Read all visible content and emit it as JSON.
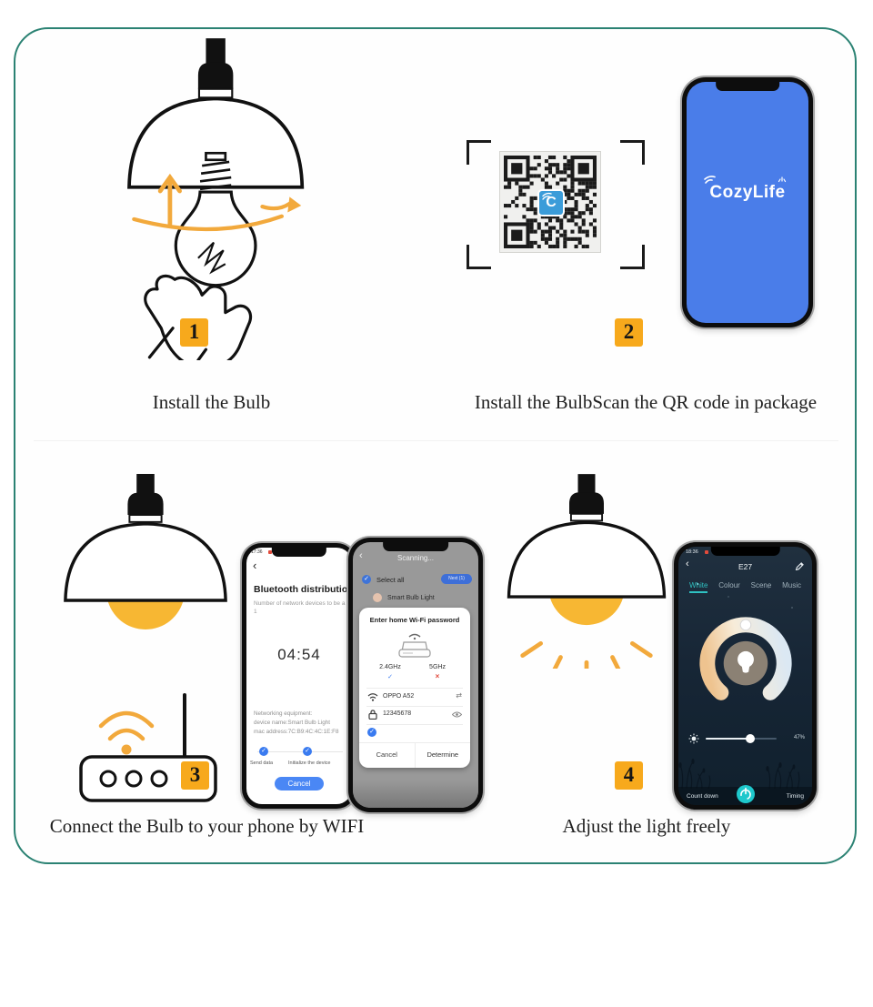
{
  "panel": {
    "border_color": "#2b8273",
    "background": "#ffffff"
  },
  "accent": {
    "badge_orange": "#F7A91C",
    "bulb_orange": "#F7B733",
    "app_blue": "#4a7de9",
    "teal": "#1ec8cc"
  },
  "steps": [
    {
      "number": "1",
      "caption": "Install the Bulb"
    },
    {
      "number": "2",
      "caption": "Install the BulbScan the QR code in package"
    },
    {
      "number": "3",
      "caption": "Connect the Bulb to your phone by WIFI"
    },
    {
      "number": "4",
      "caption": "Adjust the light freely"
    }
  ],
  "icons": {
    "back": "‹",
    "check": "✓",
    "cross": "×",
    "swap": "⇄"
  },
  "cozylife_phone": {
    "logo_text": "CozyLife"
  },
  "qr": {
    "center_letter": "C"
  },
  "bt_phone": {
    "status_time": "17:36",
    "title": "Bluetooth distribution netw",
    "subtitle": "Number of network devices to be a",
    "subtitle_count": "1",
    "timer": "04:54",
    "equipment_line1": "Networking equipment:",
    "equipment_line2": "device name:Smart Bulb Light",
    "equipment_line3": "mac address:7C:B9:4C:4C:1E:F8",
    "progress1": "Send data",
    "progress2": "Initialize the device",
    "cancel_button": "Cancel"
  },
  "scan_phone": {
    "title": "Scanning...",
    "select_all": "Select all",
    "next_button": "Next (1)",
    "device_name": "Smart Bulb Light",
    "dialog": {
      "title": "Enter home Wi-Fi password",
      "band_24": "2.4GHz",
      "band_5": "5GHz",
      "ssid": "OPPO A52",
      "password": "12345678",
      "cancel_button": "Cancel",
      "confirm_button": "Determine"
    }
  },
  "control_phone": {
    "status_time": "18:36",
    "title": "E27",
    "tabs": [
      "White",
      "Colour",
      "Scene",
      "Music"
    ],
    "active_tab": "White",
    "brightness": "47%",
    "countdown_label": "Count down",
    "timing_label": "Timing"
  }
}
